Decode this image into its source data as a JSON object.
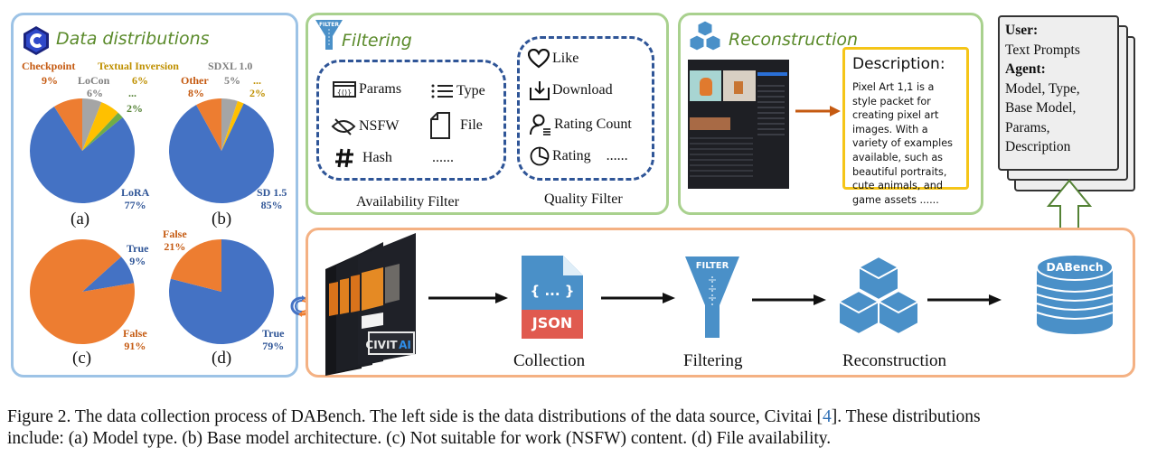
{
  "panels": {
    "data_distributions": {
      "title": "Data distributions"
    },
    "filtering": {
      "title": "Filtering",
      "icon_text": "FILTER",
      "availability_filter": {
        "label": "Availability Filter",
        "items": [
          {
            "icon": "params-icon",
            "label": "Params"
          },
          {
            "icon": "list-icon",
            "label": "Type"
          },
          {
            "icon": "eye-off-icon",
            "label": "NSFW"
          },
          {
            "icon": "file-icon",
            "label": "File"
          },
          {
            "icon": "hash-icon",
            "label": "Hash"
          },
          {
            "icon": "",
            "label": "......"
          }
        ]
      },
      "quality_filter": {
        "label": "Quality Filter",
        "items": [
          {
            "icon": "heart-icon",
            "label": "Like"
          },
          {
            "icon": "download-icon",
            "label": "Download"
          },
          {
            "icon": "user-list-icon",
            "label": "Rating Count"
          },
          {
            "icon": "pie-icon",
            "label": "Rating"
          },
          {
            "icon": "",
            "label": "......"
          }
        ]
      }
    },
    "reconstruction": {
      "title": "Reconstruction",
      "description_title": "Description:",
      "description_body": "Pixel Art 1,1  is a style packet for creating pixel art images. With a variety of examples available, such as beautiful portraits, cute animals, and game assets ......"
    },
    "output_card": {
      "user_label": "User:",
      "user_value": "Text Prompts",
      "agent_label": "Agent:",
      "agent_lines": [
        "Model, Type,",
        "Base Model,",
        "Params,",
        "Description"
      ]
    },
    "pipeline": {
      "source_logo": "CIVITAI",
      "json_braces": "{ ... }",
      "json_label": "JSON",
      "filter_icon_text": "FILTER",
      "db_label": "DABench",
      "stages": [
        "Collection",
        "Filtering",
        "Reconstruction"
      ]
    }
  },
  "caption": {
    "line1_a": "Figure 2. The data collection process of DABench. The left side is the data distributions of the data source, Civitai [",
    "line1_cite": "4",
    "line1_b": "]. These distributions",
    "line2": "include: (a) Model type. (b) Base model architecture. (c) Not suitable for work (NSFW) content. (d) File availability."
  },
  "chart_data": [
    {
      "type": "pie",
      "title": "(a)",
      "description": "Model type",
      "labels": [
        "LoRA",
        "Checkpoint",
        "LoCon",
        "Textual Inversion",
        "..."
      ],
      "values": [
        77,
        9,
        6,
        6,
        2
      ],
      "colors": [
        "#4472c4",
        "#ed7d31",
        "#a5a5a5",
        "#ffc000",
        "#70ad47"
      ],
      "label_texts": [
        "LoRA\n77%",
        "Checkpoint\n9%",
        "LoCon\n6%",
        "Textual Inversion\n6%",
        "...\n2%"
      ]
    },
    {
      "type": "pie",
      "title": "(b)",
      "description": "Base model architecture",
      "labels": [
        "SD 1.5",
        "Other",
        "SDXL 1.0",
        "..."
      ],
      "values": [
        85,
        8,
        5,
        2
      ],
      "colors": [
        "#4472c4",
        "#ed7d31",
        "#a5a5a5",
        "#ffc000"
      ],
      "label_texts": [
        "SD 1.5\n85%",
        "Other\n8%",
        "SDXL 1.0\n5%",
        "...\n2%"
      ]
    },
    {
      "type": "pie",
      "title": "(c)",
      "description": "Not suitable for work (NSFW) content",
      "labels": [
        "True",
        "False"
      ],
      "values": [
        9,
        91
      ],
      "colors": [
        "#4472c4",
        "#ed7d31"
      ],
      "label_texts": [
        "True\n9%",
        "False\n91%"
      ]
    },
    {
      "type": "pie",
      "title": "(d)",
      "description": "File availability",
      "labels": [
        "True",
        "False"
      ],
      "values": [
        79,
        21
      ],
      "colors": [
        "#4472c4",
        "#ed7d31"
      ],
      "label_texts": [
        "True\n79%",
        "False\n21%"
      ]
    }
  ]
}
